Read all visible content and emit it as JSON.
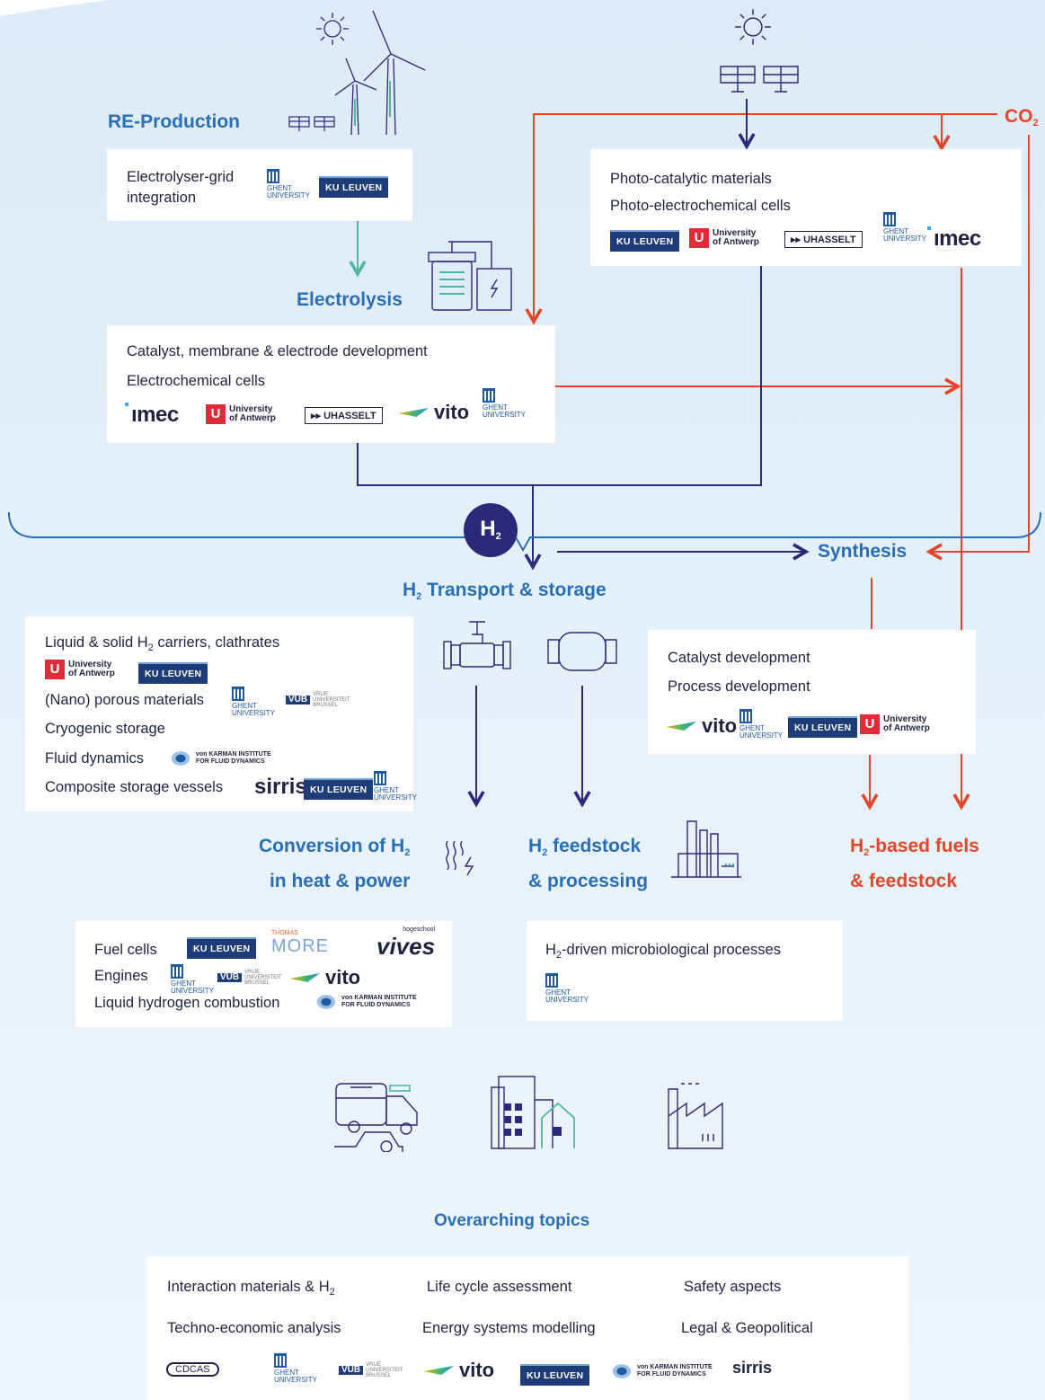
{
  "top": {
    "re_production": "RE-Production",
    "co2": "CO",
    "co2_sub": "2",
    "electrolysis": "Electrolysis",
    "synthesis": "Synthesis",
    "h2_badge": "H",
    "h2_badge_sub": "2",
    "transport_pre": "H",
    "transport_sub": "2",
    "transport_post": " Transport & storage"
  },
  "box_grid": {
    "line1": "Electrolyser-grid",
    "line2": "integration"
  },
  "box_photo": {
    "line1": "Photo-catalytic materials",
    "line2": "Photo-electrochemical cells"
  },
  "box_catalyst": {
    "line1": "Catalyst, membrane & electrode development",
    "line2": "Electrochemical cells"
  },
  "box_storage": {
    "l1_pre": "Liquid & solid H",
    "l1_sub": "2",
    "l1_post": " carriers, clathrates",
    "l2": "(Nano) porous materials",
    "l3": "Cryogenic storage",
    "l4": "Fluid dynamics",
    "l5": "Composite storage vessels"
  },
  "box_process": {
    "line1": "Catalyst development",
    "line2": "Process development"
  },
  "outcomes": {
    "conv_l1_pre": "Conversion of H",
    "conv_l1_sub": "2",
    "conv_l2": "in heat & power",
    "feed_l1_pre": "H",
    "feed_l1_sub": "2",
    "feed_l1_post": " feedstock",
    "feed_l2": "& processing",
    "fuels_l1_pre": "H",
    "fuels_l1_sub": "2",
    "fuels_l1_post": "-based fuels",
    "fuels_l2": "& feedstock"
  },
  "box_fuelcells": {
    "l1": "Fuel cells",
    "l2": "Engines",
    "l3": "Liquid hydrogen combustion"
  },
  "box_micro": {
    "pre": "H",
    "sub": "2",
    "post": "-driven microbiological processes"
  },
  "overarching": {
    "title": "Overarching topics",
    "items": [
      {
        "pre": "Interaction materials & H",
        "sub": "2"
      },
      {
        "pre": "Life cycle assessment",
        "sub": ""
      },
      {
        "pre": "Safety aspects",
        "sub": ""
      },
      {
        "pre": "Techno-economic analysis",
        "sub": ""
      },
      {
        "pre": "Energy systems modelling",
        "sub": ""
      },
      {
        "pre": "Legal & Geopolitical",
        "sub": ""
      }
    ]
  },
  "logos": {
    "kul": "KU LEUVEN",
    "ua_1": "University",
    "ua_2": "of Antwerp",
    "uhasselt": "▸▸ UHASSELT",
    "gu_1": "GHENT",
    "gu_2": "UNIVERSITY",
    "imec": "ımec",
    "vito": "vito",
    "vub_mk": "VUB",
    "vub_t1": "VRIJE",
    "vub_t2": "UNIVERSITEIT",
    "vub_t3": "BRUSSEL",
    "vki_1": "von KARMAN INSTITUTE",
    "vki_2": "FOR FLUID DYNAMICS",
    "sirris": "sirris",
    "tm_1": "THOMAS",
    "tm_2": "MORE",
    "vives_1": "hogeschool",
    "vives_2": "vives",
    "cdcas": "DCAS"
  },
  "colors": {
    "blue": "#2a6fb6",
    "red": "#e4462a",
    "navy": "#2b2a7a",
    "teal": "#4fb79a"
  }
}
